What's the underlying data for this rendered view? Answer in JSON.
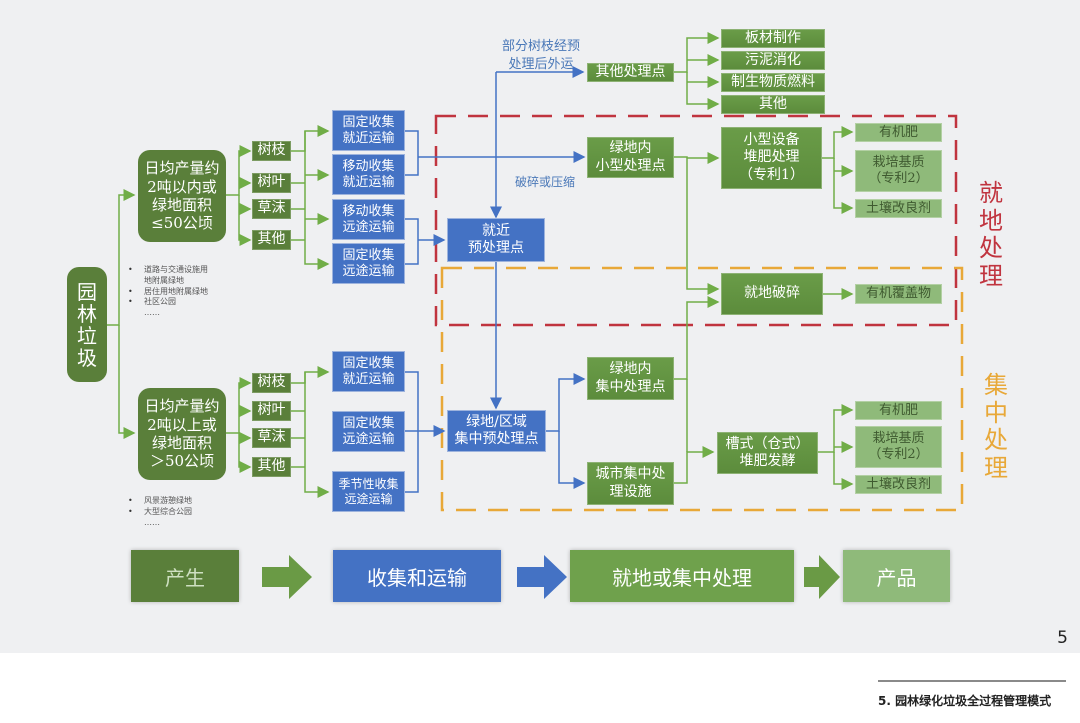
{
  "root": "园\n林\n垃\n圾",
  "top_branch": {
    "source": "日均产量约\n2吨以内或\n绿地面积\n≤50公顷",
    "types": [
      "树枝",
      "树叶",
      "草沫",
      "其他"
    ],
    "collect": [
      "固定收集\n就近运输",
      "移动收集\n就近运输",
      "移动收集\n远途运输",
      "固定收集\n远途运输"
    ],
    "examples": [
      "道路与交通设施用",
      "地附属绿地",
      "居住用地附属绿地",
      "社区公园",
      "……"
    ]
  },
  "bottom_branch": {
    "source": "日均产量约\n2吨以上或\n绿地面积\n＞50公顷",
    "types": [
      "树枝",
      "树叶",
      "草沫",
      "其他"
    ],
    "collect": [
      "固定收集\n就近运输",
      "固定收集\n远途运输",
      "季节性收集\n远途运输"
    ],
    "examples": [
      "风景游憩绿地",
      "大型综合公园",
      "……"
    ]
  },
  "pre_near": "就近\n预处理点",
  "pre_central": "绿地/区域\n集中预处理点",
  "label_export": "部分树枝经预\n处理后外运",
  "label_crush": "破碎或压缩",
  "other_point": "其他处理点",
  "other_products": [
    "板材制作",
    "污泥消化",
    "制生物质燃料",
    "其他"
  ],
  "small_point": "绿地内\n小型处理点",
  "small_compost": "小型设备\n堆肥处理\n（专利1）",
  "small_products": [
    "有机肥",
    "栽培基质\n（专利2）",
    "土壤改良剂"
  ],
  "onsite_crush": "就地破碎",
  "mulch": "有机覆盖物",
  "central_point": "绿地内\n集中处理点",
  "city_facility": "城市集中处\n理设施",
  "trough_compost": "槽式（仓式）\n堆肥发酵",
  "central_products": [
    "有机肥",
    "栽培基质\n（专利2）",
    "土壤改良剂"
  ],
  "zone_onsite": "就\n地\n处\n理",
  "zone_central": "集\n中\n处\n理",
  "flow": [
    "产生",
    "收集和运输",
    "就地或集中处理",
    "产品"
  ],
  "colors": {
    "red_zone": "#c0343f",
    "orange_zone": "#e8a838",
    "green_line": "#70ad47",
    "blue_line": "#4472c4"
  },
  "page_number": "5",
  "footer": "5. 园林绿化垃圾全过程管理模式"
}
